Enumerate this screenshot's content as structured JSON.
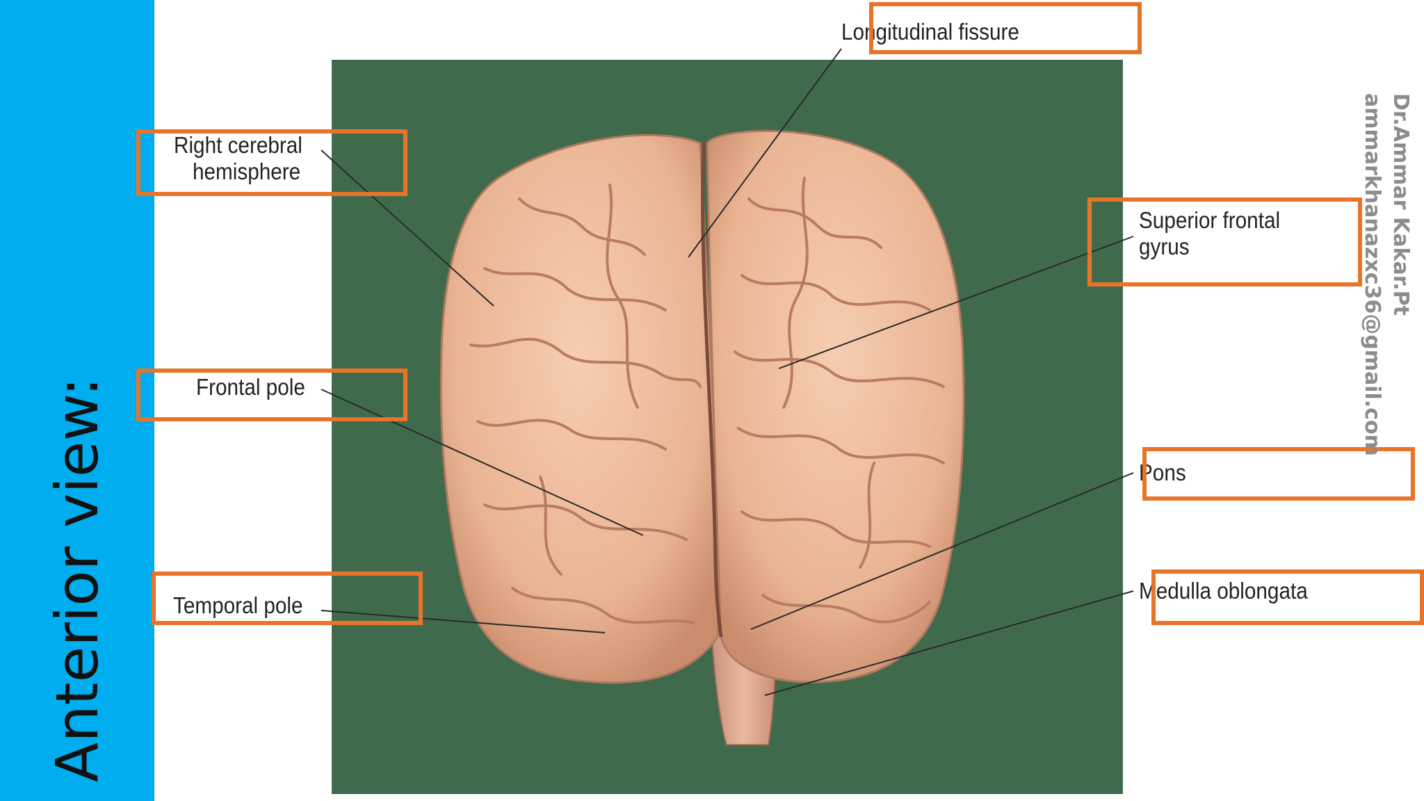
{
  "slide": {
    "title": "Anterior view:",
    "sidebar_color": "#00aeef"
  },
  "figure": {
    "background_color": "#3f6b4c",
    "brain_color": "#efbb9b",
    "labels": {
      "right_cerebral_hemisphere": [
        "Right cerebral",
        "hemisphere"
      ],
      "longitudinal_fissure": "Longitudinal fissure",
      "superior_frontal_gyrus": [
        "Superior frontal",
        "gyrus"
      ],
      "frontal_pole": "Frontal pole",
      "pons": "Pons",
      "temporal_pole": "Temporal pole",
      "medulla_oblongata": "Medulla oblongata"
    },
    "highlight_color": "#e8742a"
  },
  "watermark": {
    "name": "Dr.Ammar Kakar.Pt",
    "email": "ammarkhanazxc36@gmail.com"
  }
}
